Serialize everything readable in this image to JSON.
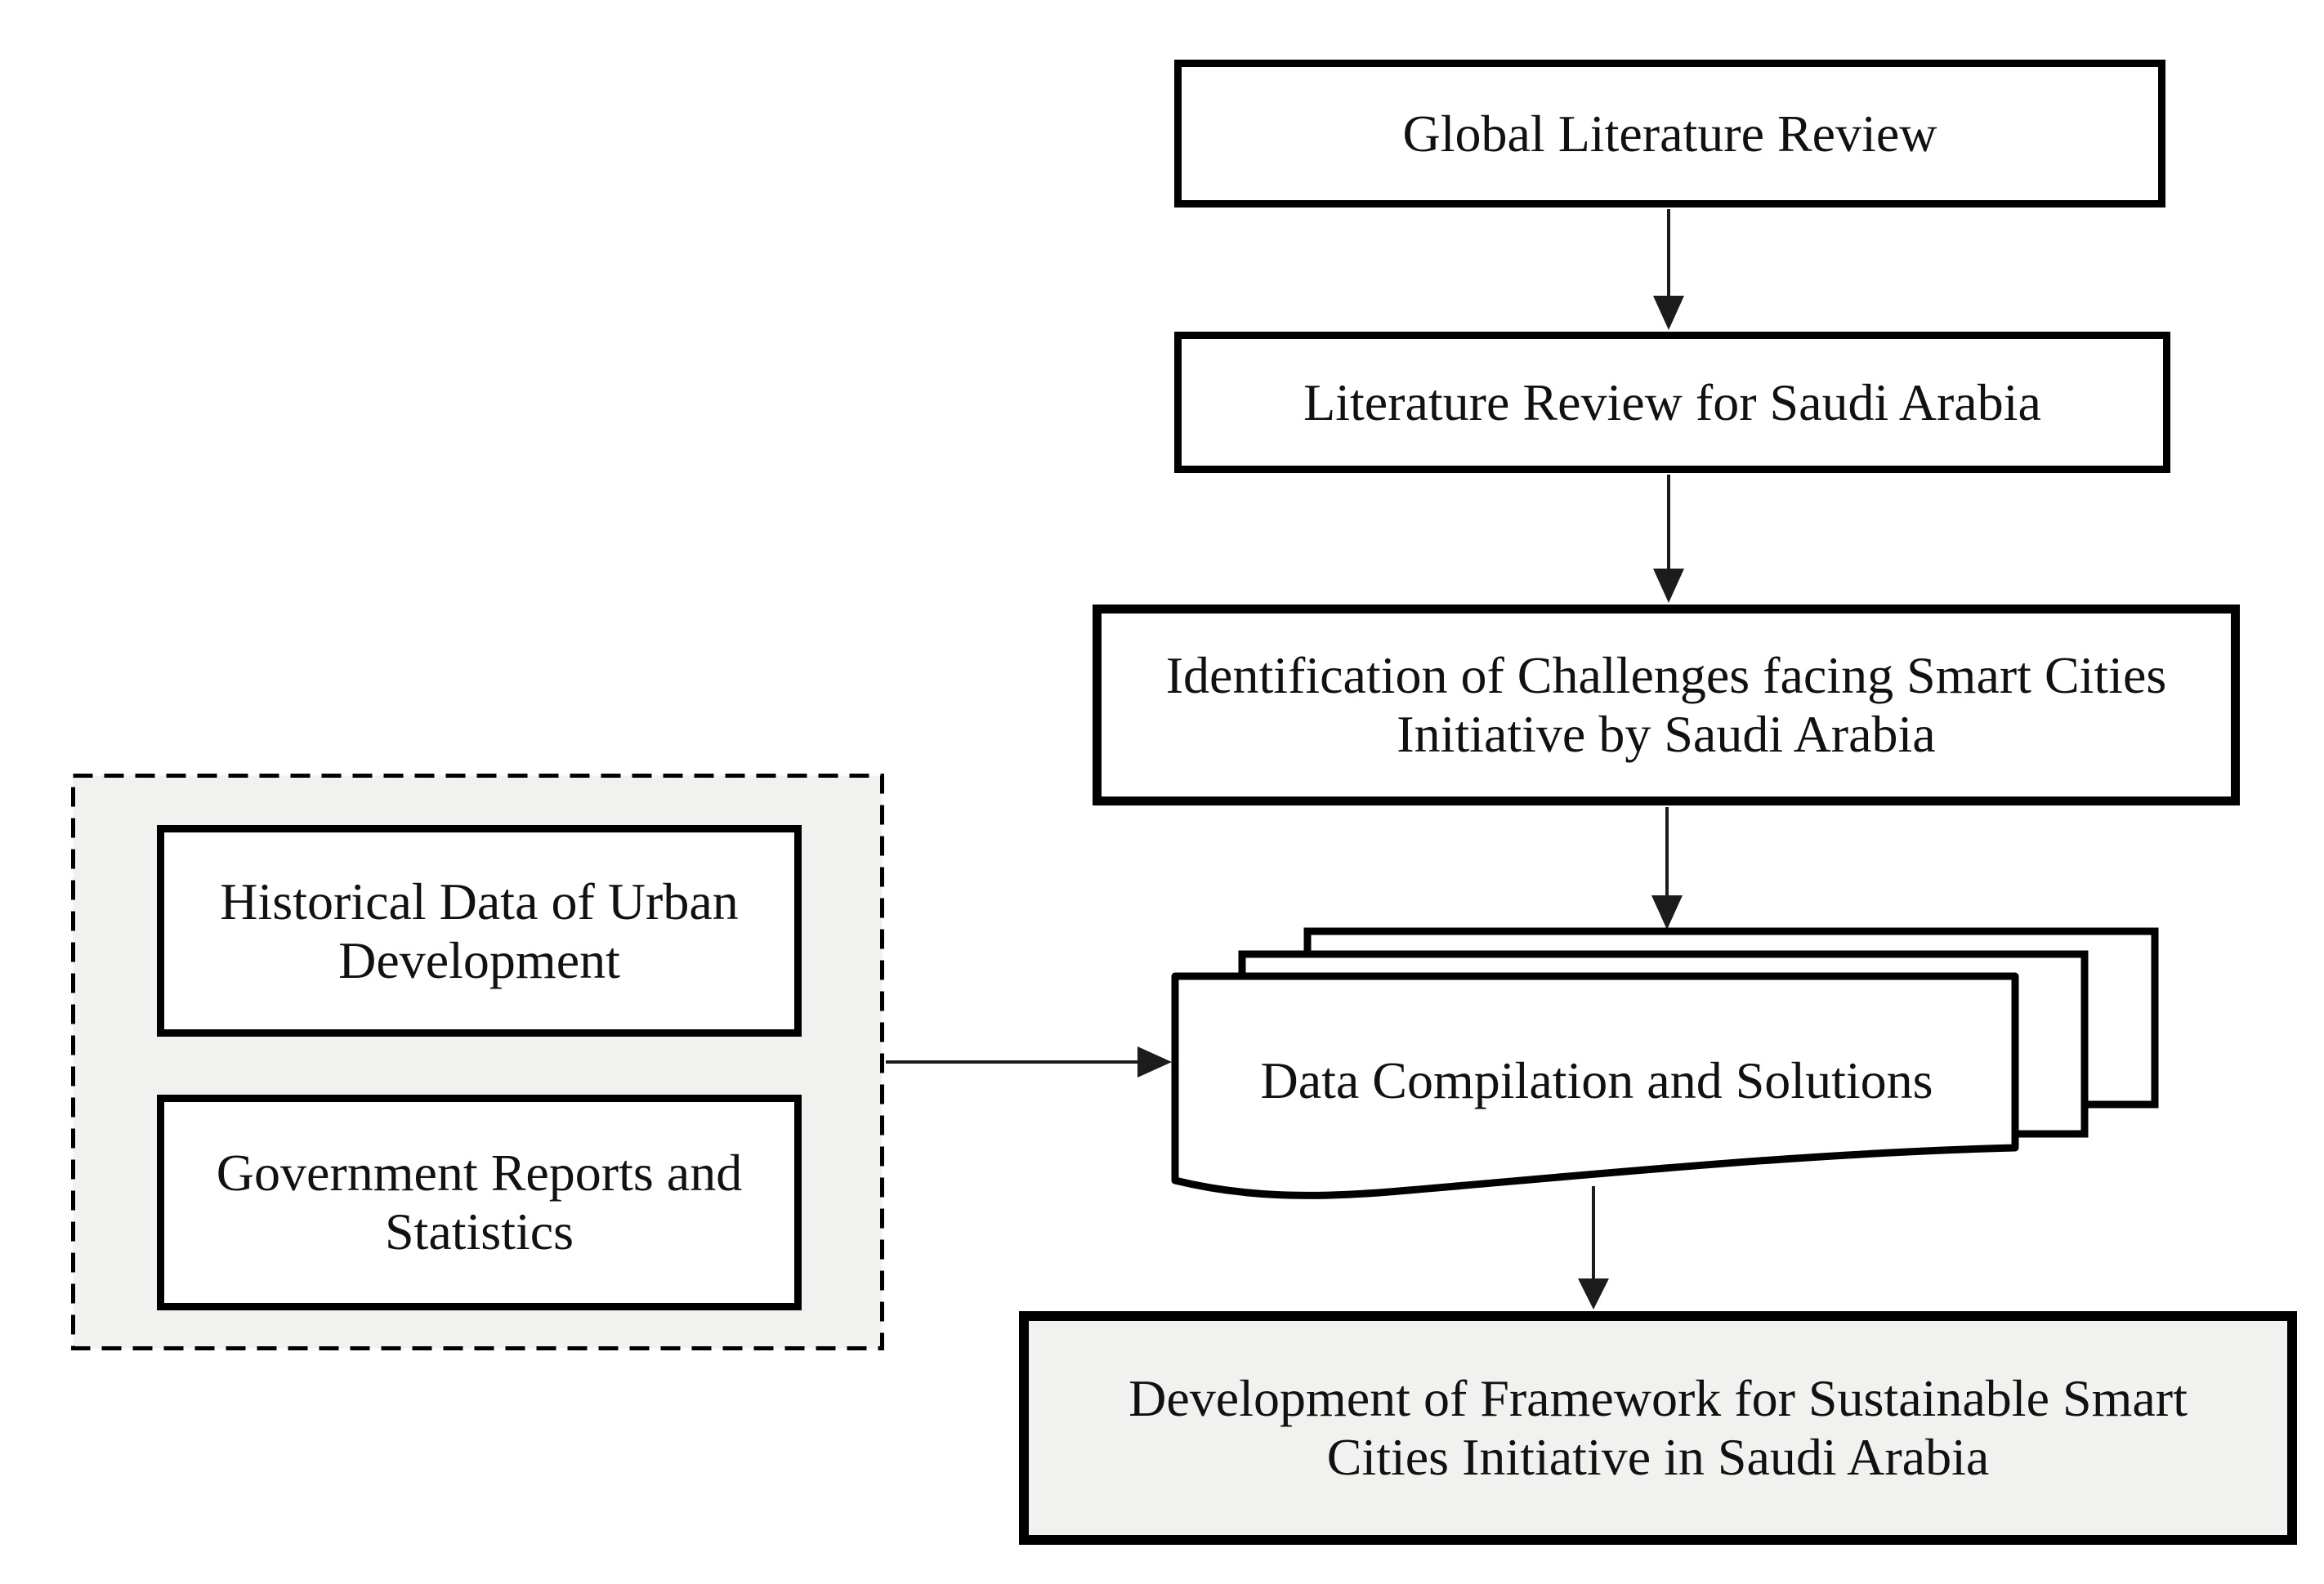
{
  "colors": {
    "background": "#ffffff",
    "node_fill": "#ffffff",
    "shaded_fill": "#f1f1ef",
    "border": "#000000",
    "connector": "#1c1c1c"
  },
  "nodes": {
    "global": {
      "label": "Global Literature Review"
    },
    "saudi": {
      "label": "Literature Review for Saudi Arabia"
    },
    "challenges": {
      "line1": "Identification of Challenges facing Smart Cities",
      "line2": "Initiative by Saudi Arabia"
    },
    "compilation": {
      "label": "Data Compilation and Solutions"
    },
    "framework": {
      "line1": "Development of Framework for Sustainable Smart",
      "line2": "Cities Initiative in Saudi Arabia"
    },
    "historical": {
      "line1": "Historical Data of Urban",
      "line2": "Development"
    },
    "government": {
      "line1": "Government Reports and",
      "line2": "Statistics"
    }
  },
  "edges": [
    {
      "from": "global",
      "to": "saudi"
    },
    {
      "from": "saudi",
      "to": "challenges"
    },
    {
      "from": "challenges",
      "to": "compilation"
    },
    {
      "from": "data-sources-group",
      "to": "compilation"
    },
    {
      "from": "compilation",
      "to": "framework"
    }
  ]
}
